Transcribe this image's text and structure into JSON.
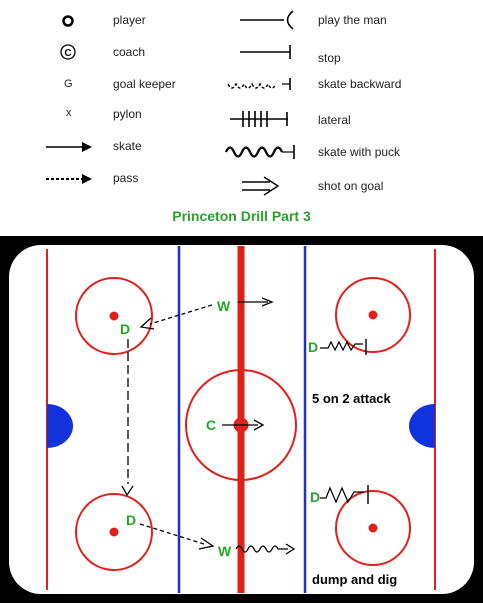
{
  "legend": {
    "left": [
      {
        "symbol": "player-symbol",
        "label": "player"
      },
      {
        "symbol": "coach-symbol",
        "label": "coach"
      },
      {
        "symbol": "goal-keeper-symbol",
        "glyph": "G",
        "label": "goal keeper"
      },
      {
        "symbol": "pylon-symbol",
        "glyph": "x",
        "label": "pylon"
      },
      {
        "symbol": "skate-arrow-symbol",
        "label": "skate"
      },
      {
        "symbol": "pass-arrow-symbol",
        "label": "pass"
      }
    ],
    "right": [
      {
        "symbol": "play-the-man-symbol",
        "label": "play the man"
      },
      {
        "symbol": "stop-symbol",
        "label": "stop"
      },
      {
        "symbol": "skate-backward-symbol",
        "label": "skate backward"
      },
      {
        "symbol": "lateral-symbol",
        "label": "lateral"
      },
      {
        "symbol": "skate-with-puck-symbol",
        "label": "skate with puck"
      },
      {
        "symbol": "shot-on-goal-symbol",
        "label": "shot on goal"
      }
    ]
  },
  "title": "Princeton Drill Part 3",
  "colors": {
    "title": "#2ca02c",
    "label_green": "#22a822",
    "red_line": "#e0201b",
    "blue_line": "#1f2fd0",
    "crease_blue": "#1133dd",
    "border": "#000000"
  },
  "rink": {
    "players": [
      {
        "id": "d-top-left",
        "letter": "D"
      },
      {
        "id": "w-top",
        "letter": "W"
      },
      {
        "id": "d-top-right",
        "letter": "D"
      },
      {
        "id": "c-center",
        "letter": "C"
      },
      {
        "id": "d-bottom-left",
        "letter": "D"
      },
      {
        "id": "w-bottom",
        "letter": "W"
      },
      {
        "id": "d-bottom-right",
        "letter": "D"
      }
    ],
    "annotations": {
      "attack": "5 on 2 attack",
      "dump": "dump and dig"
    }
  }
}
